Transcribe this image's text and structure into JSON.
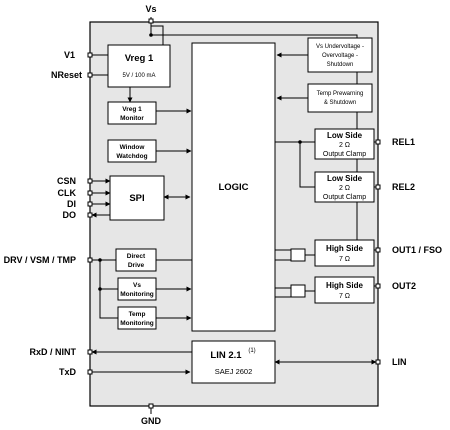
{
  "pins": {
    "vs": "Vs",
    "v1": "V1",
    "nreset": "NReset",
    "csn": "CSN",
    "clk": "CLK",
    "di": "DI",
    "do": "DO",
    "drv": "DRV / VSM / TMP",
    "rxd": "RxD / NINT",
    "txd": "TxD",
    "gnd": "GND",
    "rel1": "REL1",
    "rel2": "REL2",
    "out1": "OUT1 / FSO",
    "out2": "OUT2",
    "lin": "LIN"
  },
  "blocks": {
    "vreg_title": "Vreg 1",
    "vreg_sub": "5V / 100 mA",
    "vreg_mon_1": "Vreg 1",
    "vreg_mon_2": "Monitor",
    "wwd_1": "Window",
    "wwd_2": "Watchdog",
    "spi": "SPI",
    "dd_1": "Direct",
    "dd_2": "Drive",
    "vsmon_1": "Vs",
    "vsmon_2": "Monitoring",
    "tmpmon_1": "Temp",
    "tmpmon_2": "Monitoring",
    "logic": "LOGIC",
    "uvov_1": "Vs Undervoltage -",
    "uvov_2": "Overvoltage -",
    "uvov_3": "Shutdown",
    "tpw_1": "Temp Prewarning",
    "tpw_2": "& Shutdown",
    "ls_title": "Low Side",
    "ls_res": "2 Ω",
    "ls_clamp": "Output Clamp",
    "hs_title": "High Side",
    "hs_res": "7 Ω",
    "lin_title": "LIN 2.1",
    "lin_sup": "(1)",
    "lin_sub": "SAEJ 2602"
  }
}
